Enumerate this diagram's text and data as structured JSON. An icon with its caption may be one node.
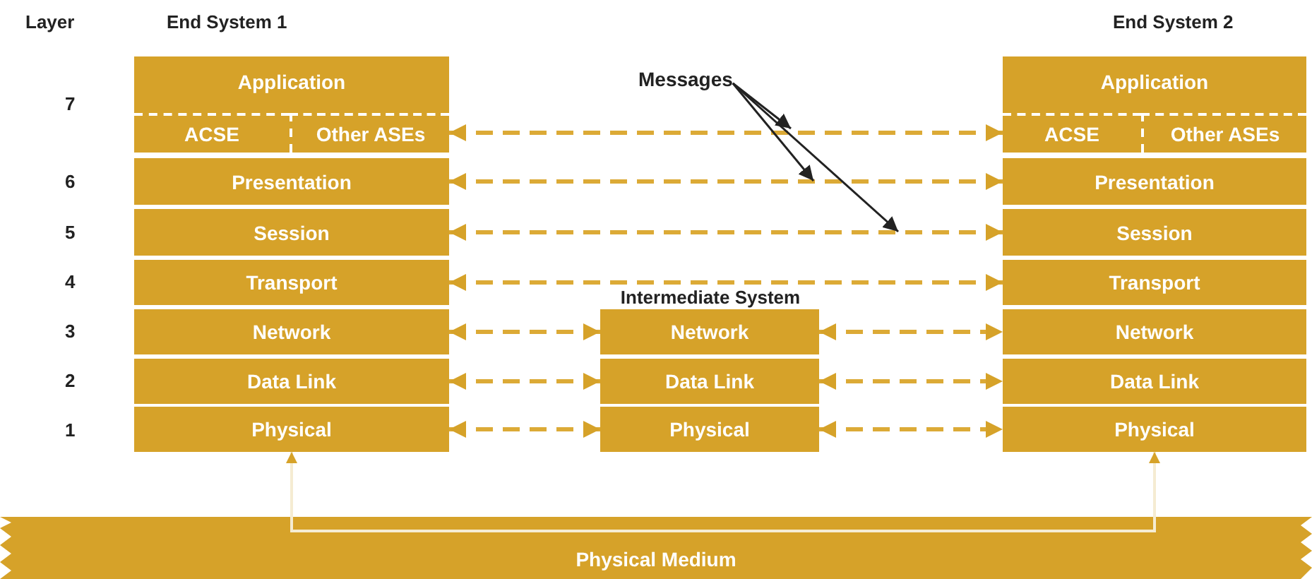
{
  "diagram": {
    "nodes": [
      {
        "text": [
          "Application"
        ]
      },
      {
        "text": [
          "ACSE"
        ],
        "in": 0
      },
      {
        "text": [
          "Other ASEs"
        ],
        "in": 0
      },
      {
        "text": [
          "Presentation"
        ]
      },
      {
        "text": [
          "Session"
        ]
      },
      {
        "text": [
          "Transport"
        ]
      },
      {
        "text": [
          "Network"
        ]
      },
      {
        "text": [
          "Data Link"
        ]
      },
      {
        "text": [
          "Physical"
        ]
      },
      {
        "text": [
          "Network"
        ]
      },
      {
        "text": [
          "Data Link"
        ]
      },
      {
        "text": [
          "Physical"
        ]
      },
      {
        "text": [
          "Application"
        ]
      },
      {
        "text": [
          "ACSE"
        ],
        "in": 12
      },
      {
        "text": [
          "Other ASEs"
        ],
        "in": 12
      },
      {
        "text": [
          "Presentation"
        ]
      },
      {
        "text": [
          "Session"
        ]
      },
      {
        "text": [
          "Transport"
        ]
      },
      {
        "text": [
          "Network"
        ]
      },
      {
        "text": [
          "Data Link"
        ]
      },
      {
        "text": [
          "Physical"
        ]
      },
      {
        "text": [
          "Messages"
        ]
      },
      {
        "text": [
          "Physical Medium"
        ]
      }
    ],
    "edges": [
      {
        "from": 2,
        "to": 13,
        "arrow": "both",
        "style": "dashed"
      },
      {
        "from": 3,
        "to": 15,
        "arrow": "both",
        "style": "dashed"
      },
      {
        "from": 4,
        "to": 16,
        "arrow": "both",
        "style": "dashed"
      },
      {
        "from": 5,
        "to": 17,
        "arrow": "both",
        "style": "dashed"
      },
      {
        "from": 6,
        "to": 9,
        "arrow": "both",
        "style": "dashed"
      },
      {
        "from": 9,
        "to": 18,
        "arrow": "both",
        "style": "dashed"
      },
      {
        "from": 7,
        "to": 10,
        "arrow": "both",
        "style": "dashed"
      },
      {
        "from": 10,
        "to": 19,
        "arrow": "both",
        "style": "dashed"
      },
      {
        "from": 8,
        "to": 11,
        "arrow": "both",
        "style": "dashed"
      },
      {
        "from": 11,
        "to": 20,
        "arrow": "both",
        "style": "dashed"
      },
      {
        "from": 21,
        "to": null,
        "arrow": "to",
        "color": "#222222"
      },
      {
        "from": 21,
        "to": null,
        "arrow": "to",
        "color": "#222222"
      },
      {
        "from": 21,
        "to": null,
        "arrow": "to",
        "color": "#222222"
      },
      {
        "from": 22,
        "to": 8,
        "arrow": "to",
        "color": "#f5ecd2"
      },
      {
        "from": 22,
        "to": 20,
        "arrow": "to",
        "color": "#f5ecd2"
      }
    ],
    "labels": [
      "Layer",
      "End System 1",
      "End System 2",
      "7",
      "6",
      "5",
      "4",
      "Intermediate System",
      "3",
      "2",
      "1"
    ]
  }
}
